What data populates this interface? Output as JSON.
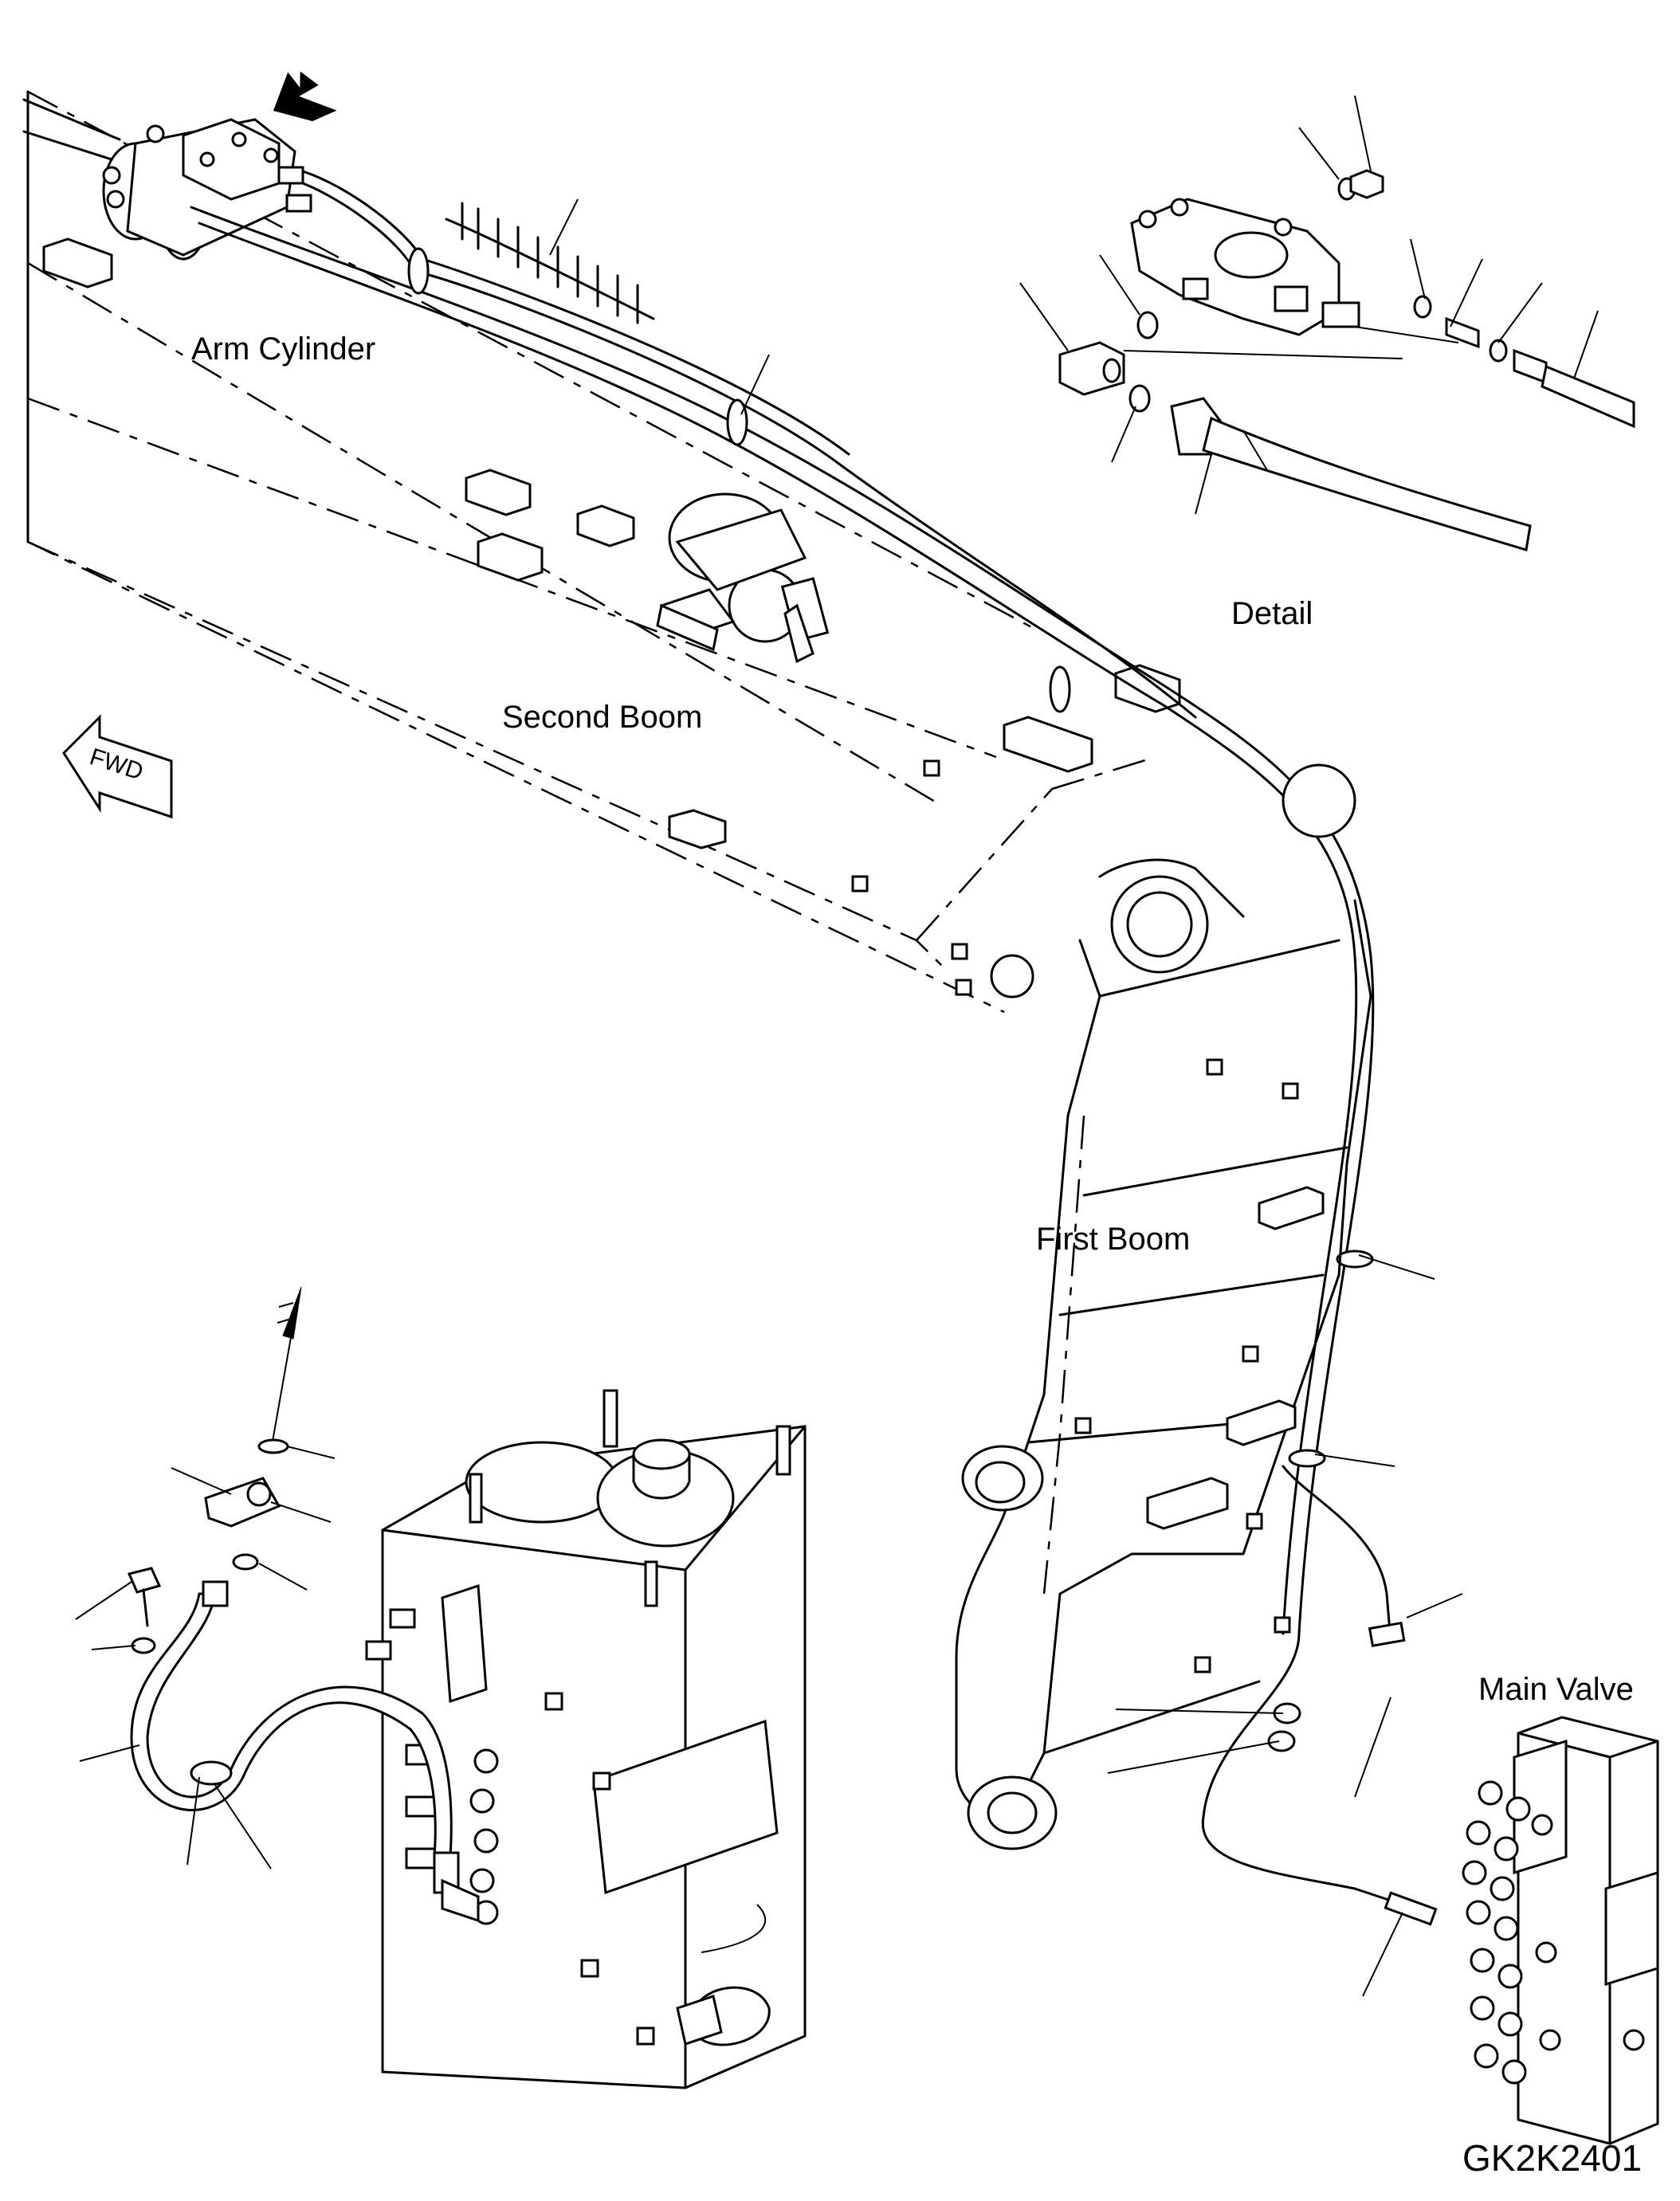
{
  "labels": {
    "arm_cylinder": "Arm Cylinder",
    "second_boom": "Second Boom",
    "detail": "Detail",
    "first_boom": "First Boom",
    "main_valve": "Main Valve",
    "fwd": "FWD",
    "drawing_code": "GK2K2401"
  }
}
